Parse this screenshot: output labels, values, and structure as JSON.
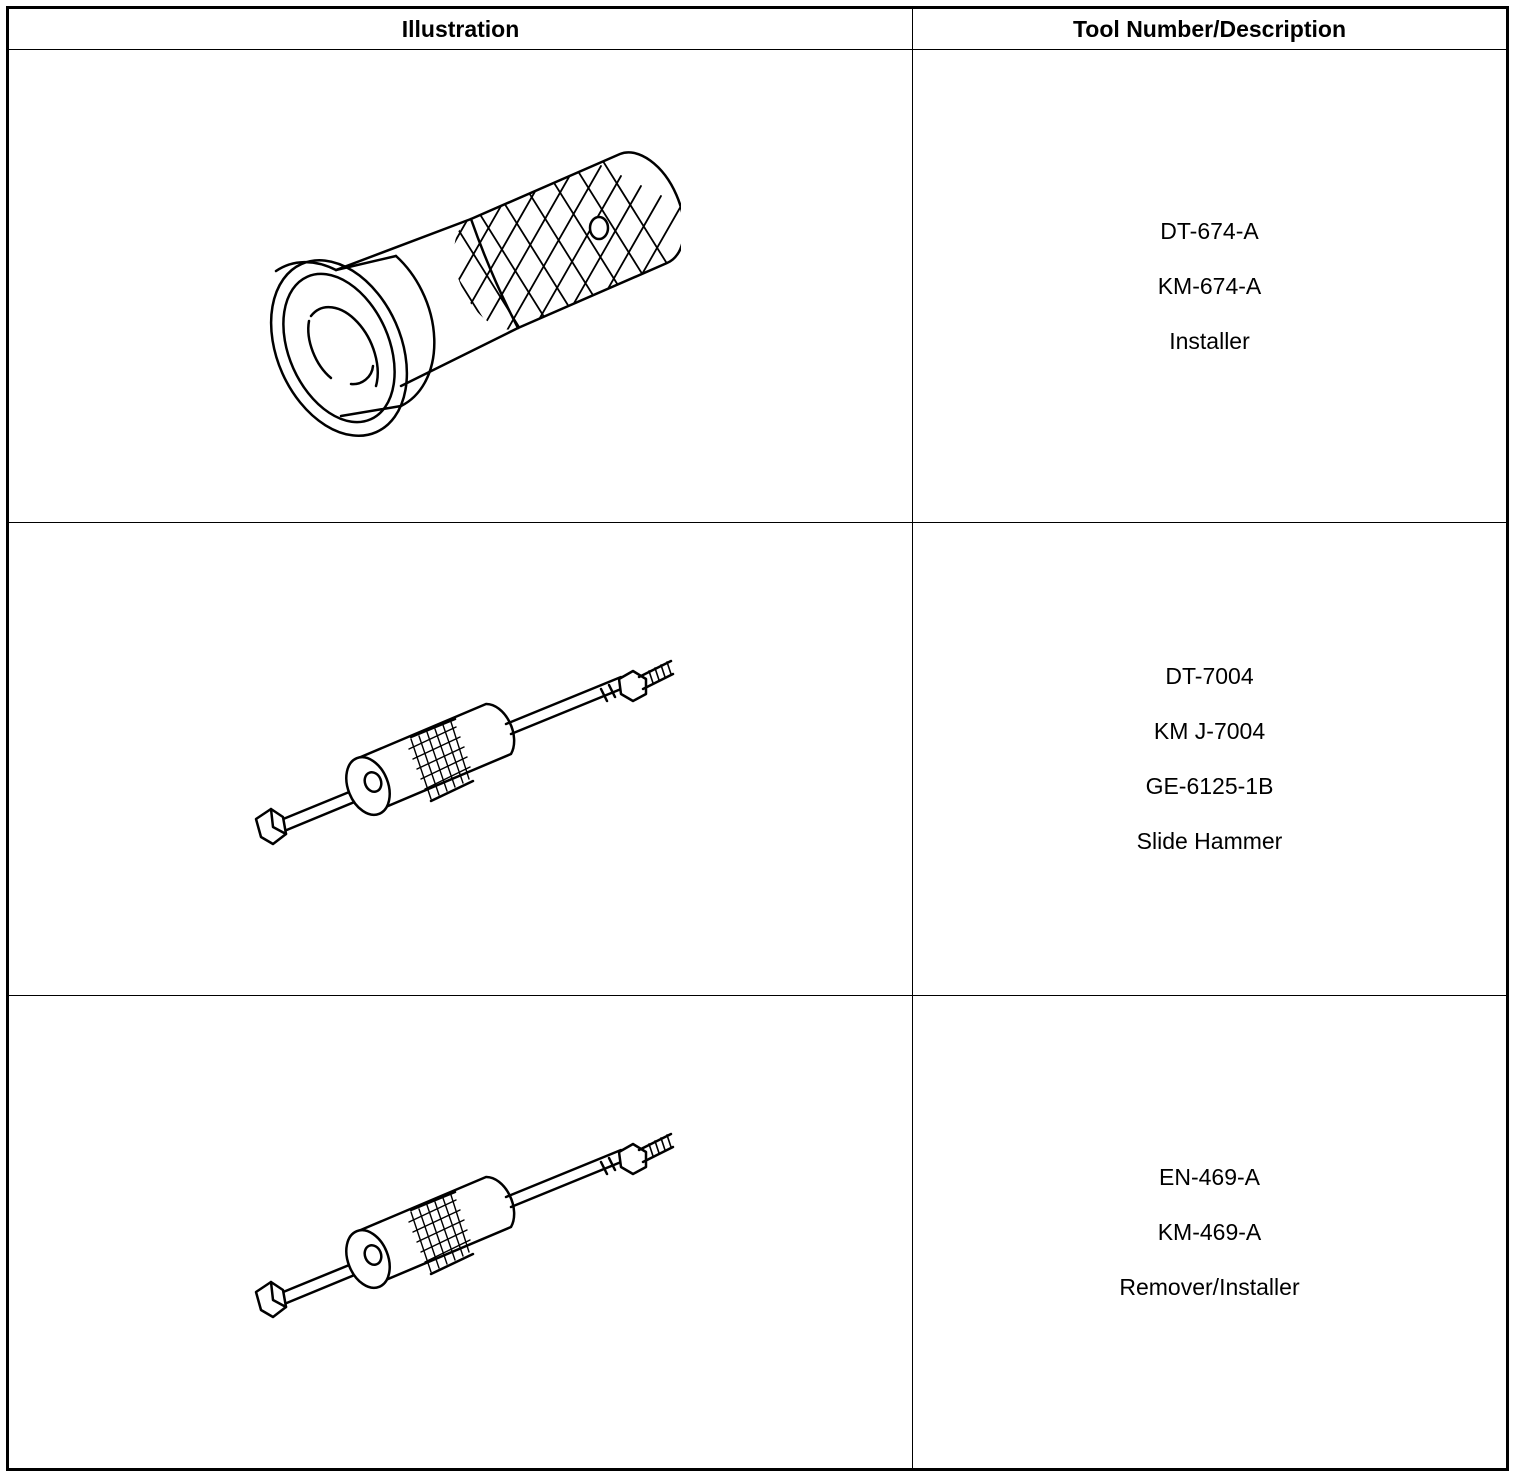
{
  "table": {
    "header": {
      "illustration": "Illustration",
      "description": "Tool Number/Description"
    },
    "rows": [
      {
        "lines": [
          "DT-674-A",
          "KM-674-A",
          "Installer"
        ]
      },
      {
        "lines": [
          "DT-7004",
          "KM J-7004",
          "GE-6125-1B",
          "Slide Hammer"
        ]
      },
      {
        "lines": [
          "EN-469-A",
          "KM-469-A",
          "Remover/Installer"
        ]
      }
    ]
  },
  "icons": [
    "installer-tool-icon",
    "slide-hammer-icon",
    "remover-installer-tool-icon"
  ]
}
